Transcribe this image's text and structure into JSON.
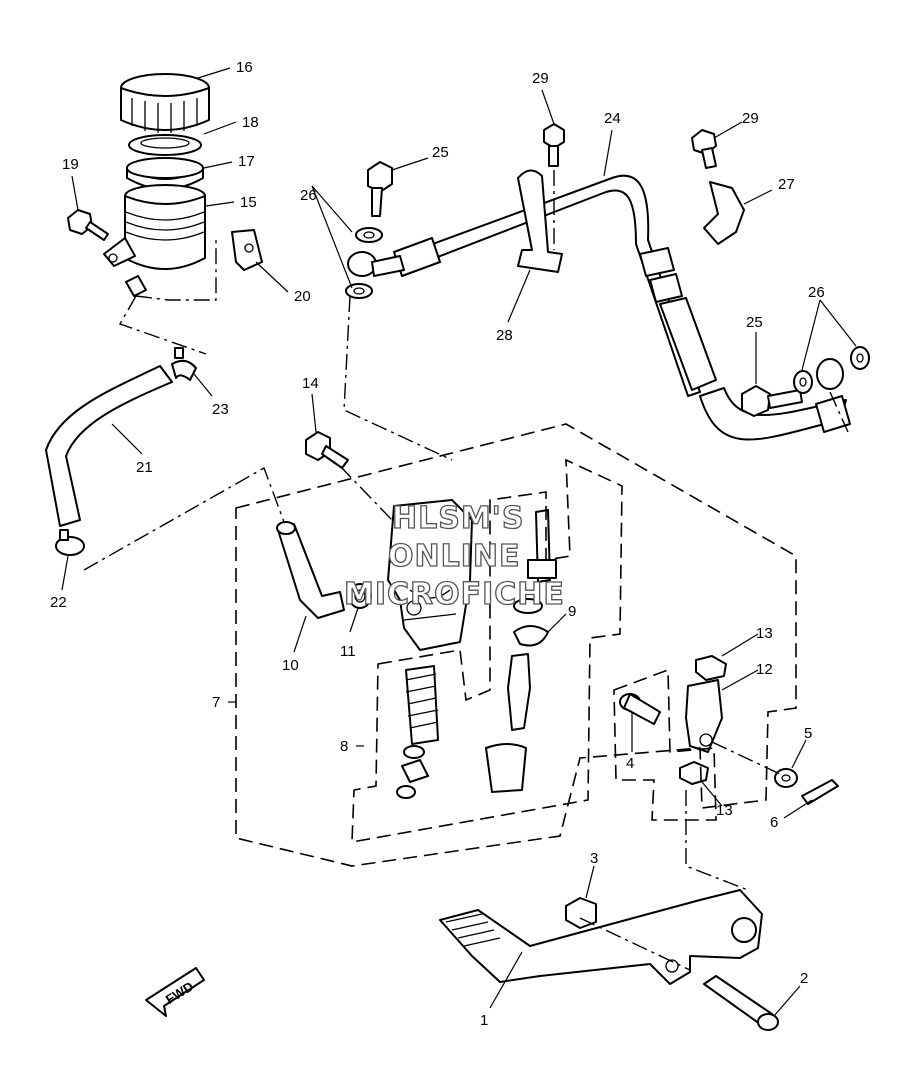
{
  "callouts": [
    "16",
    "18",
    "17",
    "15",
    "19",
    "20",
    "23",
    "21",
    "22",
    "29",
    "24",
    "25",
    "26",
    "28",
    "27",
    "29",
    "26",
    "25",
    "14",
    "9",
    "10",
    "11",
    "7",
    "8",
    "13",
    "12",
    "4",
    "5",
    "13",
    "6",
    "3",
    "2",
    "1"
  ],
  "watermark": {
    "line1": "HLSM'S",
    "line2": "ONLINE",
    "line3": "MICROFICHE"
  },
  "fwd_label": "FWD"
}
